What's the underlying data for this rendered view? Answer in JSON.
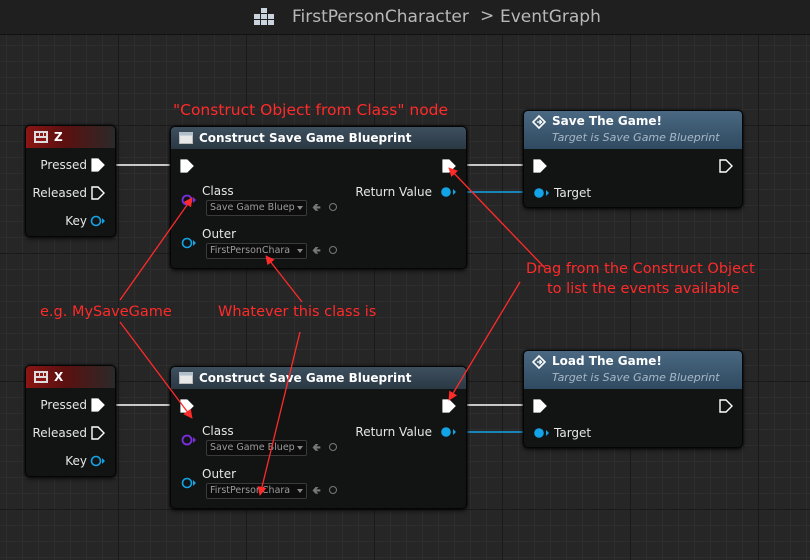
{
  "breadcrumb": {
    "blueprint": "FirstPersonCharacter",
    "separator": ">",
    "graph": "EventGraph",
    "icon": "blueprint-grid-icon"
  },
  "event_z": {
    "title": "Z",
    "pins": {
      "pressed": "Pressed",
      "released": "Released",
      "key": "Key"
    }
  },
  "event_x": {
    "title": "X",
    "pins": {
      "pressed": "Pressed",
      "released": "Released",
      "key": "Key"
    }
  },
  "construct_top": {
    "title": "Construct Save Game Blueprint",
    "class_label": "Class",
    "class_value": "Save Game Bluep",
    "outer_label": "Outer",
    "outer_value": "FirstPersonChara",
    "return_label": "Return Value"
  },
  "construct_bottom": {
    "title": "Construct Save Game Blueprint",
    "class_label": "Class",
    "class_value": "Save Game Bluep",
    "outer_label": "Outer",
    "outer_value": "FirstPersonChara",
    "return_label": "Return Value"
  },
  "save_node": {
    "title": "Save The Game!",
    "subtitle": "Target is Save Game Blueprint",
    "target_label": "Target"
  },
  "load_node": {
    "title": "Load The Game!",
    "subtitle": "Target is Save Game Blueprint",
    "target_label": "Target"
  },
  "annotations": {
    "construct_node": "\"Construct Object from Class\" node",
    "drag_line1": "Drag from the Construct Object",
    "drag_line2": "to list the events available",
    "eg": "e.g. MySaveGame",
    "whatever": "Whatever this class is"
  },
  "colors": {
    "exec_wire": "#c8c8c8",
    "object_pin": "#13a4e8",
    "class_pin": "#7a2ee0",
    "annotation_red": "#ff2a2a",
    "event_title": "#8b1515",
    "function_title": "#4a6882"
  }
}
